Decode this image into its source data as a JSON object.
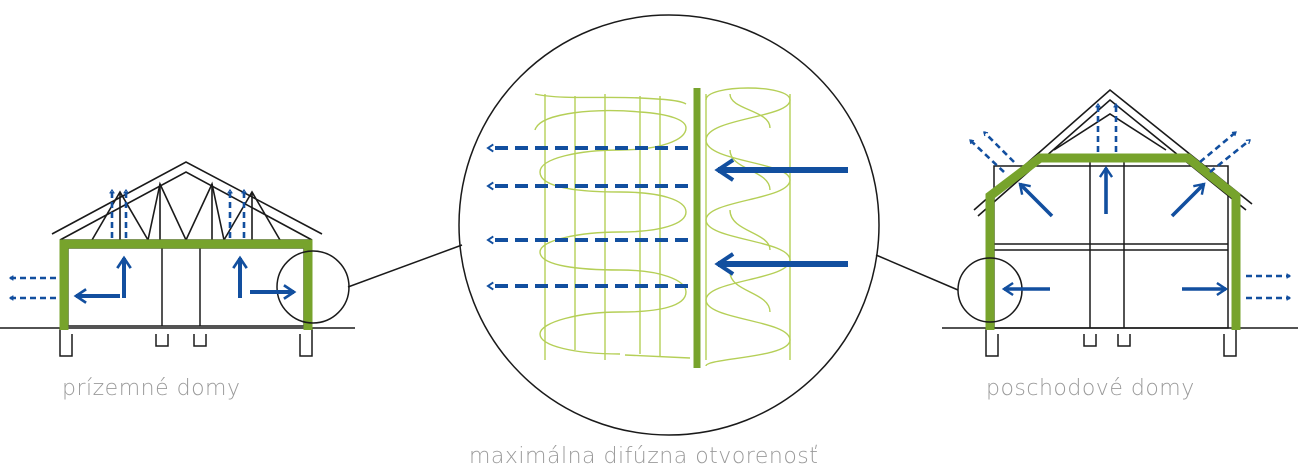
{
  "captions": {
    "left": "prízemné domy",
    "center": "maximálna difúzna otvorenosť",
    "right": "poschodové domy"
  },
  "colors": {
    "wall_green": "#77a32c",
    "insulation_green": "#b5cf57",
    "arrow_blue": "#124f9f",
    "outline": "#1a1a1a",
    "caption_gray": "#9a9a9a"
  }
}
